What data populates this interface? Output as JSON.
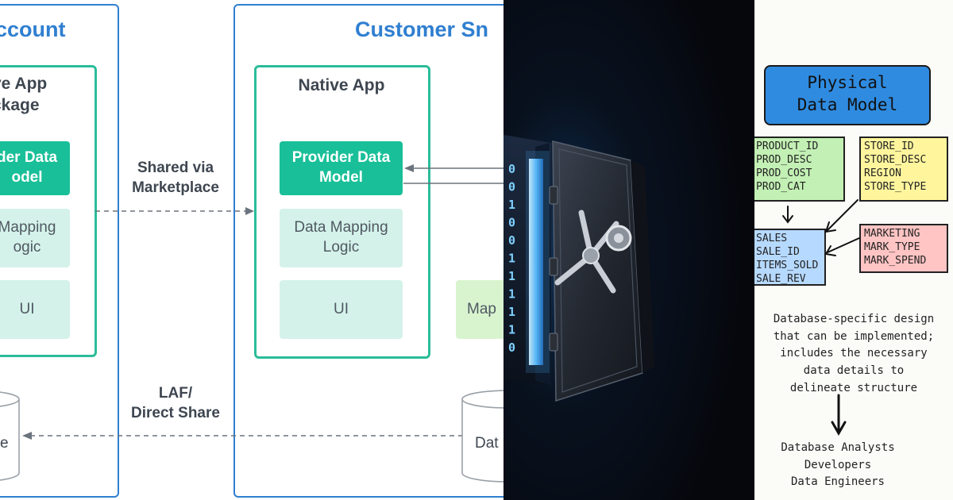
{
  "left_diagram": {
    "account_title": "ccount",
    "customer_title": "Customer Sn",
    "package_title": "ve App\nckage",
    "native_app_title": "Native App",
    "tiles_left": {
      "provider": "der Data\nodel",
      "mapping": "Mapping\nogic",
      "ui": "UI"
    },
    "tiles_native": {
      "provider": "Provider Data\nModel",
      "mapping": "Data Mapping\nLogic",
      "ui": "UI"
    },
    "tile_partial_right": "Map",
    "edge_top": "Shared via\nMarketplace",
    "edge_bottom": "LAF/\nDirect Share",
    "cylinder_left": "e",
    "cylinder_right": "Dat"
  },
  "vault": {
    "binary_column": [
      "0",
      "0",
      "1",
      "0",
      "0",
      "1",
      "1",
      "1",
      "1",
      "1",
      "0"
    ]
  },
  "sketch": {
    "title": "Physical\nData Model",
    "green_box": "PRODUCT_ID\nPROD_DESC\nPROD_COST\nPROD_CAT",
    "yellow_box": "STORE_ID\nSTORE_DESC\nREGION\nSTORE_TYPE",
    "blue_box": "SALES\nSALE_ID\nITEMS_SOLD\nSALE_REV",
    "red_box": "MARKETING\nMARK_TYPE\nMARK_SPEND",
    "description": "Database-specific design\nthat can be implemented;\nincludes the necessary\ndata details to\ndelineate structure",
    "audience": "Database Analysts\nDevelopers\nData Engineers"
  },
  "colors": {
    "accent_blue": "#2f7fd0",
    "teal": "#19bf98",
    "light_teal": "#d4f2ea",
    "vault_glow": "#39a8ff"
  }
}
